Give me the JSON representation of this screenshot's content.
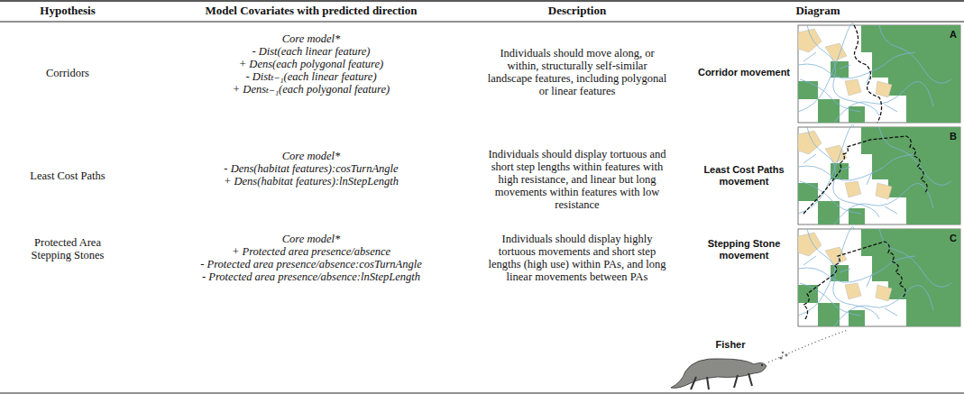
{
  "diagram": {
    "labels": [
      "Hypothesis",
      "Model Covariates with predicted direction",
      "Description",
      "Diagram",
      "Corridors",
      "Core model*",
      "- Dist(each linear feature)",
      "+ Dens(each polygonal feature)",
      "- Distₜ₋₁(each linear feature)",
      "+ Densₜ₋₁(each polygonal feature)",
      "Individuals should move along, or within, structurally self-similar landscape features, including polygonal or linear features",
      "Corridor movement",
      "A",
      "Least Cost Paths",
      "Core model*",
      "- Dens(habitat features):cosTurnAngle",
      "+ Dens(habitat features):lnStepLength",
      "Individuals should display tortuous and short step lengths within features with high resistance, and linear but long movements within features with low resistance",
      "Least Cost Paths movement",
      "B",
      "Protected Area Stepping Stones",
      "Core model*",
      "+ Protected area presence/absence",
      "- Protected area presence/absence:cosTurnAngle",
      "- Protected area presence/absence:lnStepLength",
      "Individuals should display highly tortuous movements and short step lengths (high use) within PAs, and long linear movements between PAs",
      "Stepping Stone movement",
      "C",
      "Fisher"
    ]
  }
}
